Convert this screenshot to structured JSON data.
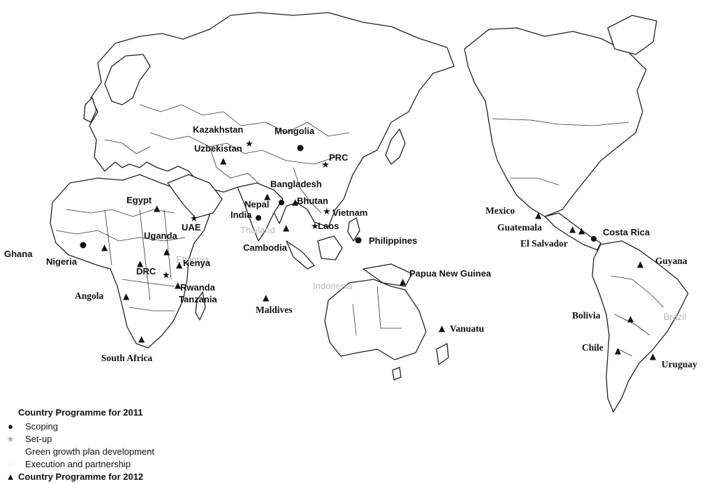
{
  "map": {
    "watermarks": [
      "Ethiopia",
      "Thailand",
      "Indonesia",
      "Brazil"
    ],
    "markers": [
      {
        "name": "Mongolia",
        "status": "scoping"
      },
      {
        "name": "Ghana",
        "status": "scoping"
      },
      {
        "name": "India",
        "status": "scoping"
      },
      {
        "name": "Nepal",
        "status": "scoping"
      },
      {
        "name": "Philippines",
        "status": "scoping"
      },
      {
        "name": "Costa Rica",
        "status": "scoping"
      },
      {
        "name": "Kazakhstan",
        "status": "set-up"
      },
      {
        "name": "PRC",
        "status": "set-up"
      },
      {
        "name": "UAE",
        "status": "set-up"
      },
      {
        "name": "Vietnam",
        "status": "set-up"
      },
      {
        "name": "Laos",
        "status": "set-up"
      },
      {
        "name": "Rwanda",
        "status": "set-up"
      },
      {
        "name": "Uzbekistan",
        "status": "programme-2012"
      },
      {
        "name": "Bangladesh",
        "status": "programme-2012"
      },
      {
        "name": "Bhutan",
        "status": "programme-2012"
      },
      {
        "name": "Egypt",
        "status": "programme-2012"
      },
      {
        "name": "Uganda",
        "status": "programme-2012"
      },
      {
        "name": "Nigeria",
        "status": "programme-2012"
      },
      {
        "name": "DRC",
        "status": "programme-2012"
      },
      {
        "name": "Kenya",
        "status": "programme-2012"
      },
      {
        "name": "Tanzania",
        "status": "programme-2012"
      },
      {
        "name": "Angola",
        "status": "programme-2012"
      },
      {
        "name": "South Africa",
        "status": "programme-2012"
      },
      {
        "name": "Cambodia",
        "status": "programme-2012"
      },
      {
        "name": "Maldives",
        "status": "programme-2012"
      },
      {
        "name": "Papua New Guinea",
        "status": "programme-2012"
      },
      {
        "name": "Vanuatu",
        "status": "programme-2012"
      },
      {
        "name": "Mexico",
        "status": "programme-2012"
      },
      {
        "name": "Guatemala",
        "status": "programme-2012"
      },
      {
        "name": "El Salvador",
        "status": "programme-2012"
      },
      {
        "name": "Guyana",
        "status": "programme-2012"
      },
      {
        "name": "Bolivia",
        "status": "programme-2012"
      },
      {
        "name": "Chile",
        "status": "programme-2012"
      },
      {
        "name": "Uruguay",
        "status": "programme-2012"
      }
    ]
  },
  "legend": {
    "title_2011": "Country Programme for 2011",
    "items": [
      {
        "symbol": "●",
        "label": "Scoping",
        "color": "#111111"
      },
      {
        "symbol": "★",
        "label": "Set-up",
        "color": "#b0b0b0"
      },
      {
        "symbol": "",
        "label": "Green growth plan development",
        "color": "#cccccc"
      },
      {
        "symbol": "◦",
        "label": "Execution and partnership",
        "color": "#d8d8d8"
      }
    ],
    "symbol_2012": "▲",
    "title_2012": "Country Programme for 2012"
  }
}
